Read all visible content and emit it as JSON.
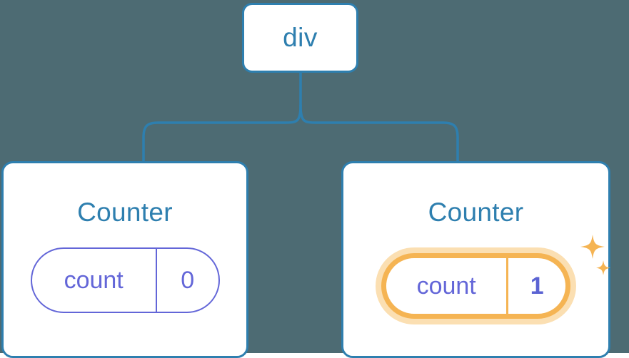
{
  "diagram": {
    "type": "component-tree",
    "background_color": "#4d6b73",
    "node_border_color": "#2e7faf",
    "node_text_color": "#2e7faf",
    "state_color": "#6366d8",
    "highlight_color": "#f5b453",
    "highlight_glow_color": "#fbdfb2"
  },
  "root": {
    "label": "div"
  },
  "children": [
    {
      "title": "Counter",
      "state": {
        "key": "count",
        "value": "0"
      },
      "highlighted": false
    },
    {
      "title": "Counter",
      "state": {
        "key": "count",
        "value": "1"
      },
      "highlighted": true,
      "sparkle_icons": [
        "sparkle-large",
        "sparkle-small"
      ]
    }
  ]
}
